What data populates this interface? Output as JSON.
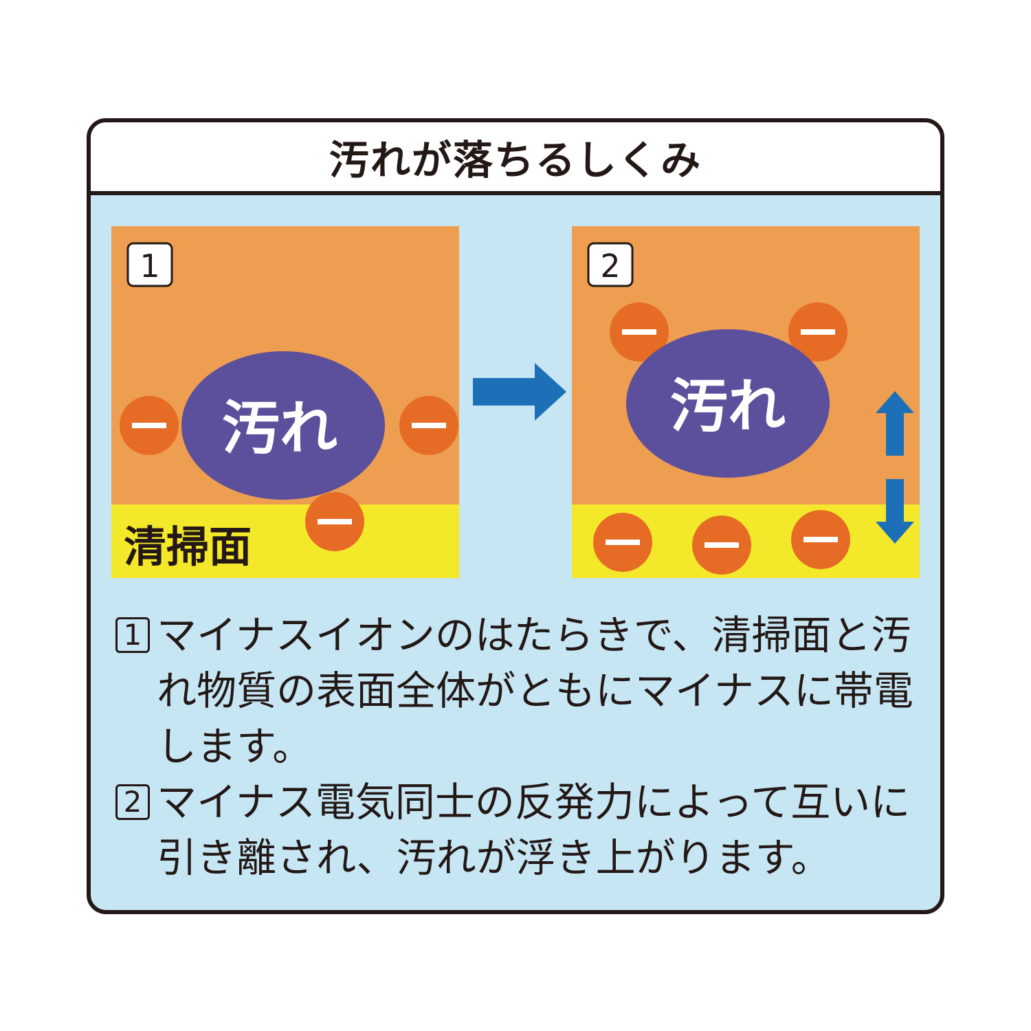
{
  "title": "汚れが落ちるしくみ",
  "colors": {
    "background": "#c7e6f4",
    "panel": "#ee9e50",
    "surface": "#f4e82a",
    "dirt": "#5c4f9c",
    "ion": "#e66b24",
    "arrow": "#1d70b7",
    "border": "#231815"
  },
  "panel1": {
    "number": "1",
    "dirt_label": "汚れ",
    "surface_label": "清掃面",
    "ion_symbol": "−"
  },
  "panel2": {
    "number": "2",
    "dirt_label": "汚れ",
    "ion_symbol": "−"
  },
  "icons": {
    "step_arrow": "right-arrow-icon",
    "repel_arrow": "up-down-arrow-icon"
  },
  "descriptions": [
    {
      "number": "1",
      "text": "マイナスイオンのはたらきで、清掃面と汚れ物質の表面全体がともにマイナスに帯電します。"
    },
    {
      "number": "2",
      "text": "マイナス電気同士の反発力によって互いに引き離され、汚れが浮き上がります。"
    }
  ]
}
